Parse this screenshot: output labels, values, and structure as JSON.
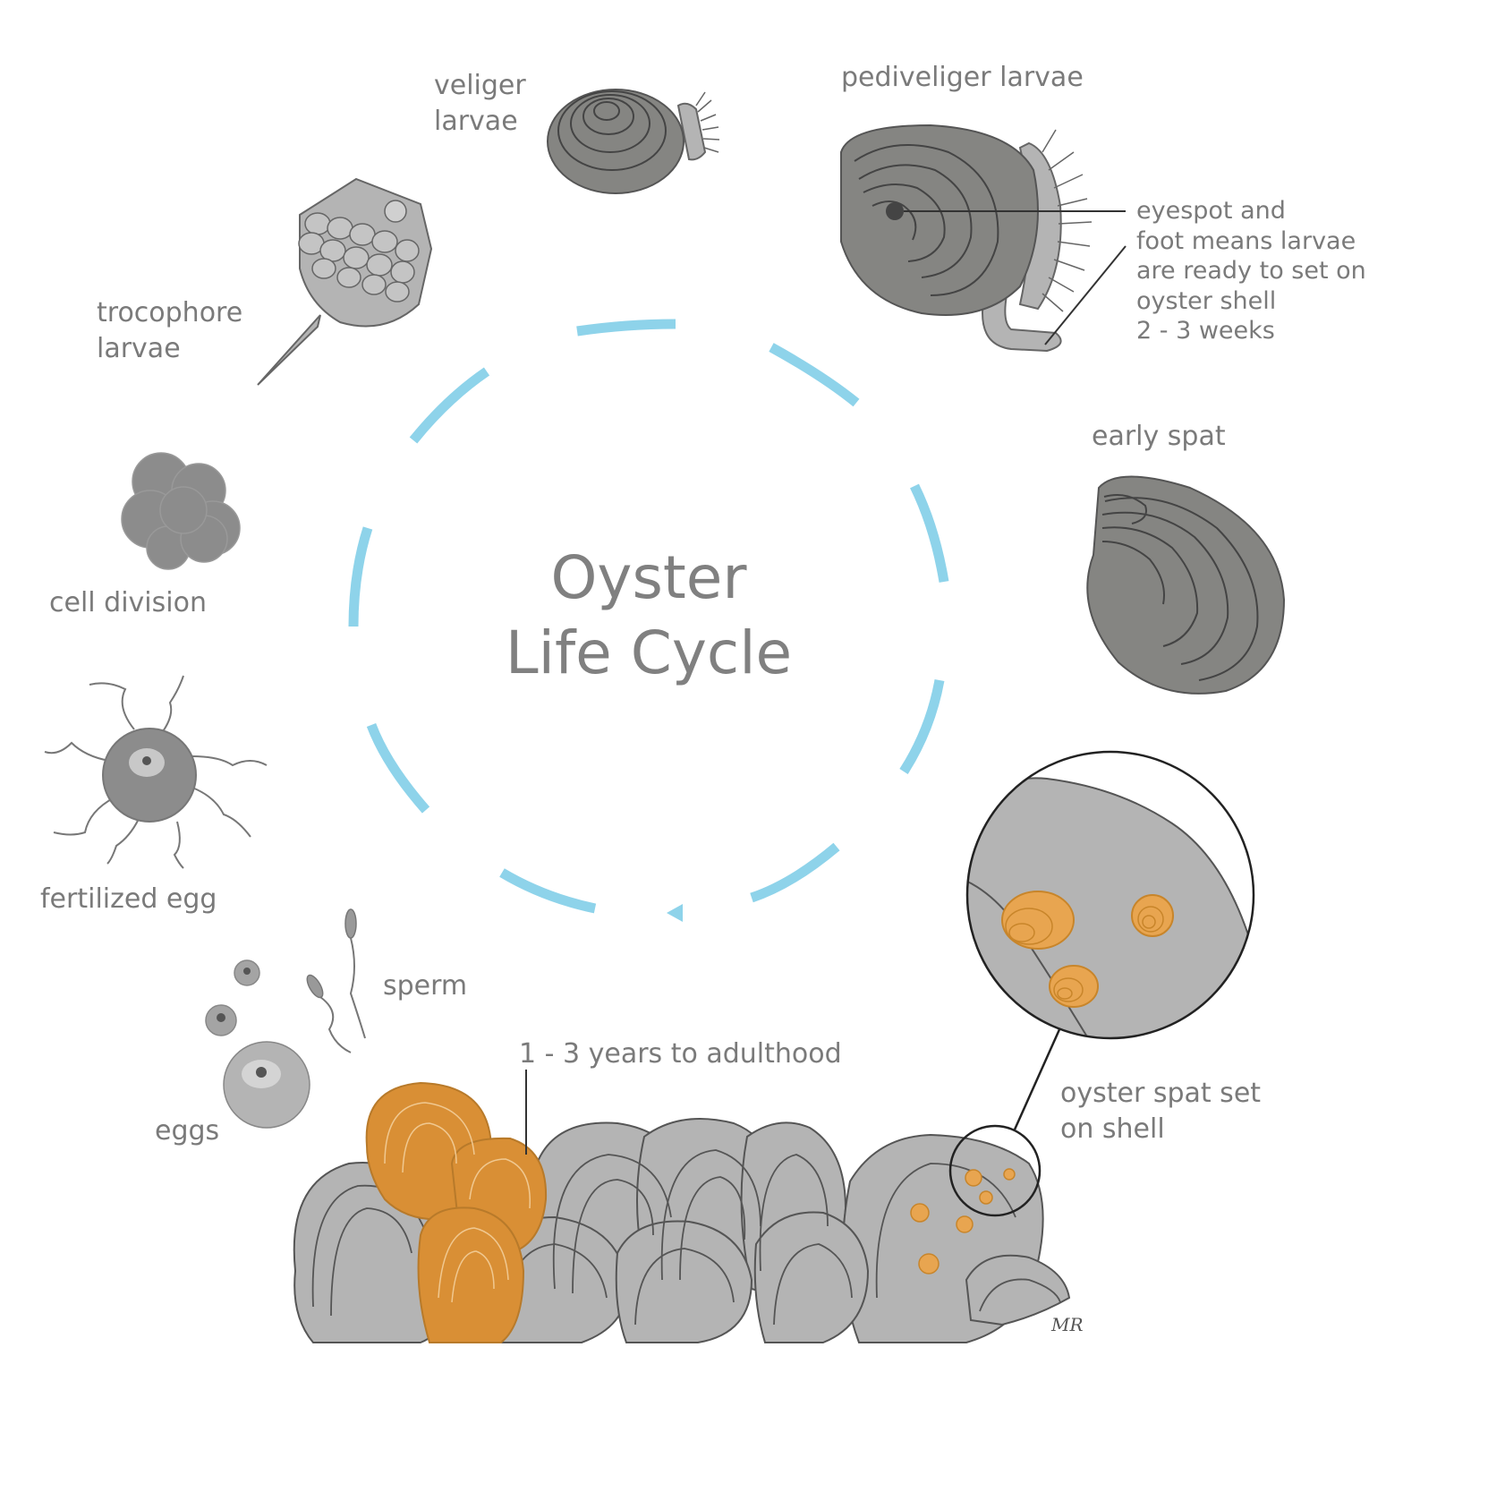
{
  "title": {
    "line1": "Oyster",
    "line2": "Life Cycle"
  },
  "stages": {
    "veliger": "veliger\nlarvae",
    "pediveliger": "pediveliger larvae",
    "pediveliger_note": "eyespot and\nfoot means larvae\nare ready to set on\noyster shell\n2 - 3 weeks",
    "trocophore": "trocophore\nlarvae",
    "early_spat": "early spat",
    "cell_division": "cell division",
    "fertilized_egg": "fertilized egg",
    "sperm": "sperm",
    "eggs": "eggs",
    "adulthood": "1 - 3 years to adulthood",
    "spat_set": "oyster spat set\non shell"
  },
  "signature": "MR",
  "colors": {
    "cycle_arrow": "#8ed3ea",
    "shell_dark": "#858582",
    "shell_light": "#b4b4b4",
    "outline": "#555555",
    "adult_orange": "#d98f35",
    "label_gray": "#7a7a7a"
  }
}
